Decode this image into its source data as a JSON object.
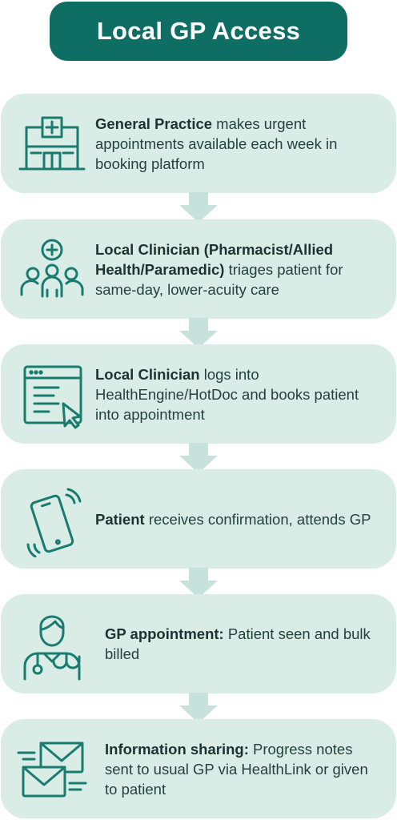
{
  "title": "Local GP Access",
  "colors": {
    "title_bg": "#0f6e63",
    "step_bg": "#d9ece6",
    "icon": "#1a7c6f",
    "arrow": "#c7e2da"
  },
  "steps": [
    {
      "icon": "hospital-icon",
      "bold": "General Practice",
      "rest": " makes urgent appointments available each week in booking platform"
    },
    {
      "icon": "clinicians-group-icon",
      "bold": "Local Clinician (Pharmacist/Allied Health/Paramedic)",
      "rest": " triages patient for same-day, lower-acuity care"
    },
    {
      "icon": "browser-form-icon",
      "bold": "Local Clinician",
      "rest": " logs into HealthEngine/HotDoc and books patient into appointment"
    },
    {
      "icon": "mobile-phone-icon",
      "bold": "Patient",
      "rest": " receives confirmation, attends GP"
    },
    {
      "icon": "doctor-icon",
      "bold": "GP appointment:",
      "rest": " Patient seen and bulk billed"
    },
    {
      "icon": "envelopes-icon",
      "bold": "Information sharing:",
      "rest": " Progress notes sent to usual GP via HealthLink or given to patient"
    }
  ]
}
